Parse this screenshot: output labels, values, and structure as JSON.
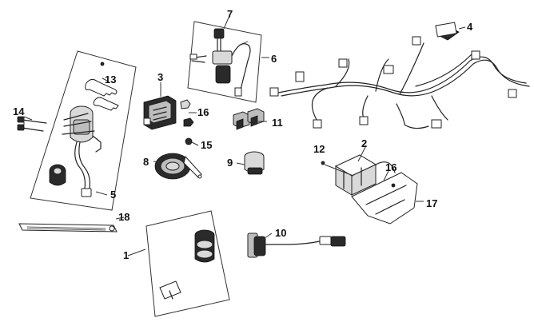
{
  "callouts": {
    "p1": "1",
    "p2": "2",
    "p3": "3",
    "p4": "4",
    "p5": "5",
    "p6": "6",
    "p7": "7",
    "p8": "8",
    "p9": "9",
    "p10": "10",
    "p11": "11",
    "p12": "12",
    "p13": "13",
    "p14": "14",
    "p15": "15",
    "p16a": "16",
    "p16b": "16",
    "p17": "17",
    "p18": "18"
  }
}
